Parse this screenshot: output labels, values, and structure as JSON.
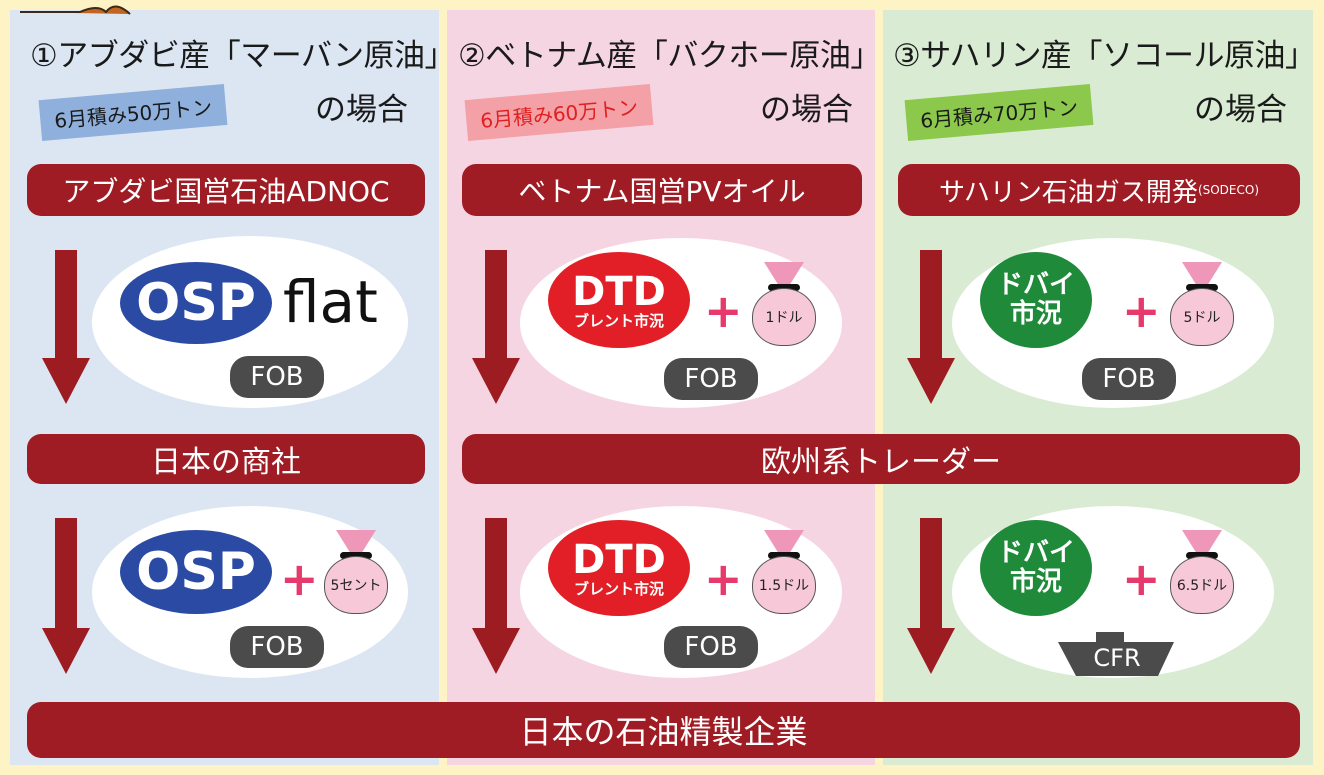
{
  "columns": [
    {
      "title": "①アブダビ産「マーバン原油」",
      "tag": "6月積み50万トン",
      "case": "の場合",
      "supplier": "アブダビ国営石油ADNOC",
      "deal1": {
        "badge": "OSP",
        "extra": "flat",
        "term": "FOB"
      },
      "deal2": {
        "badge": "OSP",
        "premium": "5セント",
        "term": "FOB"
      }
    },
    {
      "title": "②ベトナム産「バクホー原油」",
      "tag": "6月積み60万トン",
      "case": "の場合",
      "supplier": "ベトナム国営PVオイル",
      "deal1": {
        "badge_main": "DTD",
        "badge_sub": "ブレント市況",
        "premium": "1ドル",
        "term": "FOB"
      },
      "deal2": {
        "badge_main": "DTD",
        "badge_sub": "ブレント市況",
        "premium": "1.5ドル",
        "term": "FOB"
      }
    },
    {
      "title": "③サハリン産「ソコール原油」",
      "tag": "6月積み70万トン",
      "case": "の場合",
      "supplier": "サハリン石油ガス開発",
      "supplier_sub": "(SODECO)",
      "deal1": {
        "badge_line1": "ドバイ",
        "badge_line2": "市況",
        "premium": "5ドル",
        "term": "FOB"
      },
      "deal2": {
        "badge_line1": "ドバイ",
        "badge_line2": "市況",
        "premium": "6.5ドル",
        "term": "CFR"
      }
    }
  ],
  "intermediaries": {
    "col1": "日本の商社",
    "col23": "欧州系トレーダー"
  },
  "final_buyer": "日本の石油精製企業",
  "colors": {
    "bar": "#a01c24",
    "osp": "#2a4aa4",
    "dtd": "#e21f26",
    "dubai": "#1f8a3a",
    "plus": "#e53a6b",
    "term": "#4b4b4b"
  }
}
